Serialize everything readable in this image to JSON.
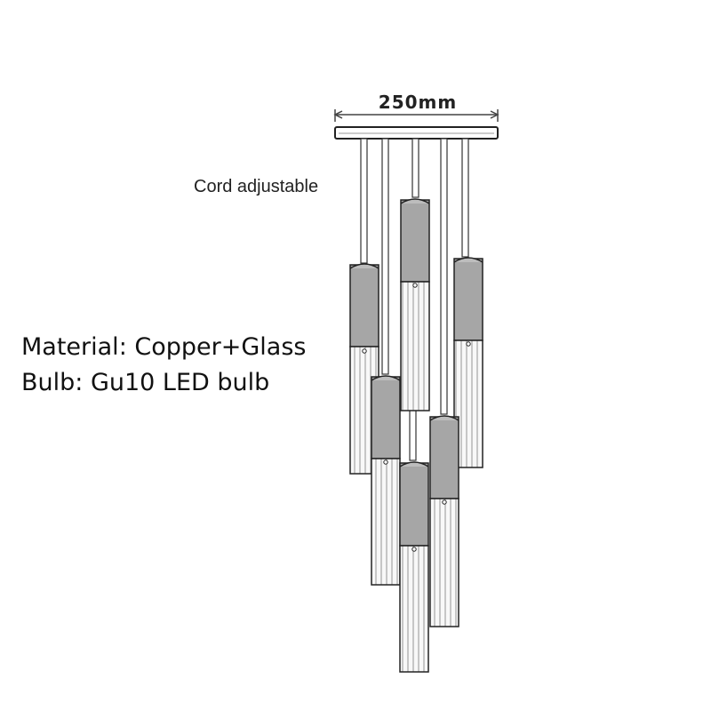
{
  "dimension": {
    "width_label": "250mm"
  },
  "annotations": {
    "cord": "Cord adjustable"
  },
  "specs": {
    "material": "Material: Copper+Glass",
    "bulb": "Bulb: Gu10 LED bulb"
  },
  "colors": {
    "cylinder_fill": "#a6a6a6",
    "glass_fill": "#f8f8f8",
    "stroke": "#222222"
  }
}
